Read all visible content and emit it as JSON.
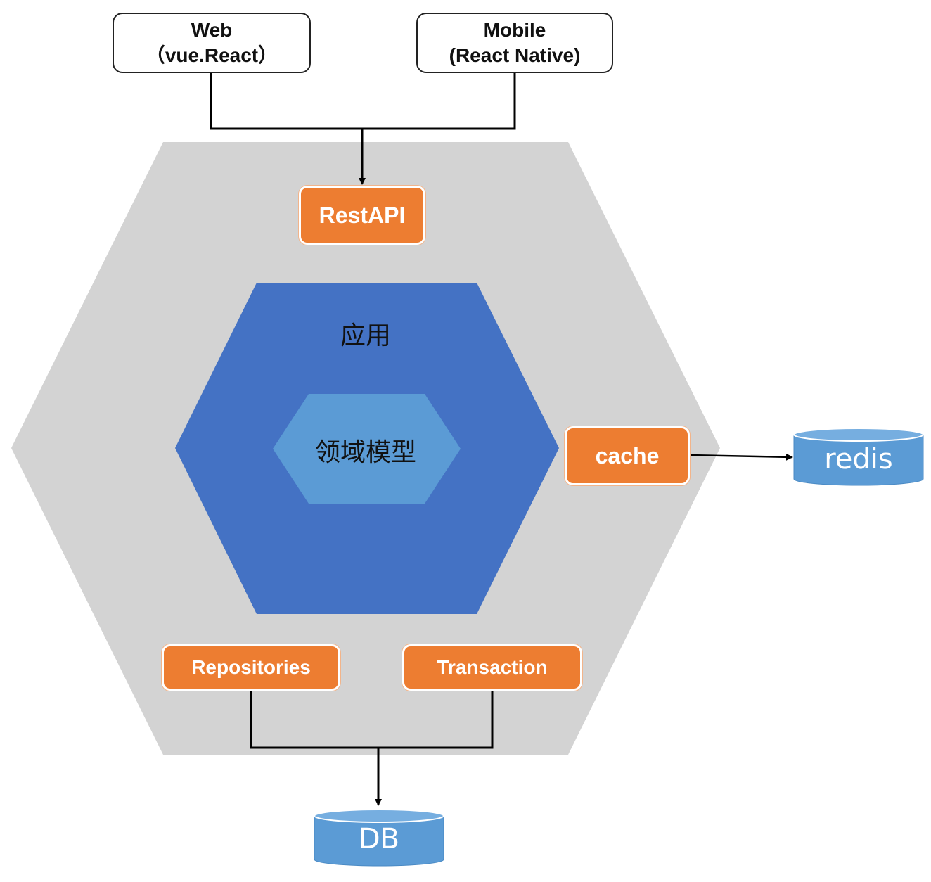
{
  "clients": {
    "web": {
      "line1": "Web",
      "line2": "（vue.React）"
    },
    "mobile": {
      "line1": "Mobile",
      "line2": "(React Native)"
    }
  },
  "adapters": {
    "restapi": "RestAPI",
    "cache": "cache",
    "repositories": "Repositories",
    "transaction": "Transaction"
  },
  "layers": {
    "application": "应用",
    "domain_model": "领域模型"
  },
  "stores": {
    "redis": "redis",
    "db": "DB"
  },
  "colors": {
    "outer_hexagon": "#d3d3d3",
    "application_hexagon": "#4472c4",
    "domain_hexagon": "#5b9bd5",
    "adapter": "#ed7d31",
    "store": "#5b9bd5",
    "connector": "#000000"
  }
}
